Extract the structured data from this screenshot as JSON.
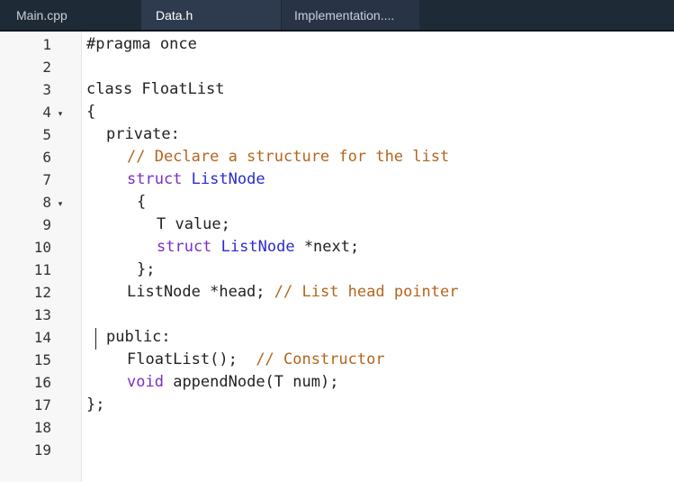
{
  "tabs": [
    {
      "label": "Main.cpp"
    },
    {
      "label": "Data.h",
      "active": true
    },
    {
      "label": "Implementation...."
    }
  ],
  "line_numbers": [
    "1",
    "2",
    "3",
    "4",
    "5",
    "6",
    "7",
    "8",
    "9",
    "10",
    "11",
    "12",
    "13",
    "14",
    "15",
    "16",
    "17",
    "18",
    "19"
  ],
  "fold_marker": "▾",
  "code": {
    "l1": "#pragma once",
    "l3": "class FloatList",
    "l4": "{",
    "l5": "private:",
    "l6": "// Declare a structure for the list",
    "l7_kw": "struct",
    "l7_ty": "ListNode",
    "l8": "{",
    "l9": "T value;",
    "l10_kw": "struct",
    "l10_ty": "ListNode",
    "l10_rest": "*next;",
    "l11": "};",
    "l12_code": "ListNode *head;",
    "l12_comment": "// List head pointer",
    "l14": "public:",
    "l15_code": "FloatList();",
    "l15_comment": "// Constructor",
    "l16_kw": "void",
    "l16_rest": "appendNode(T num);",
    "l17": "};"
  }
}
